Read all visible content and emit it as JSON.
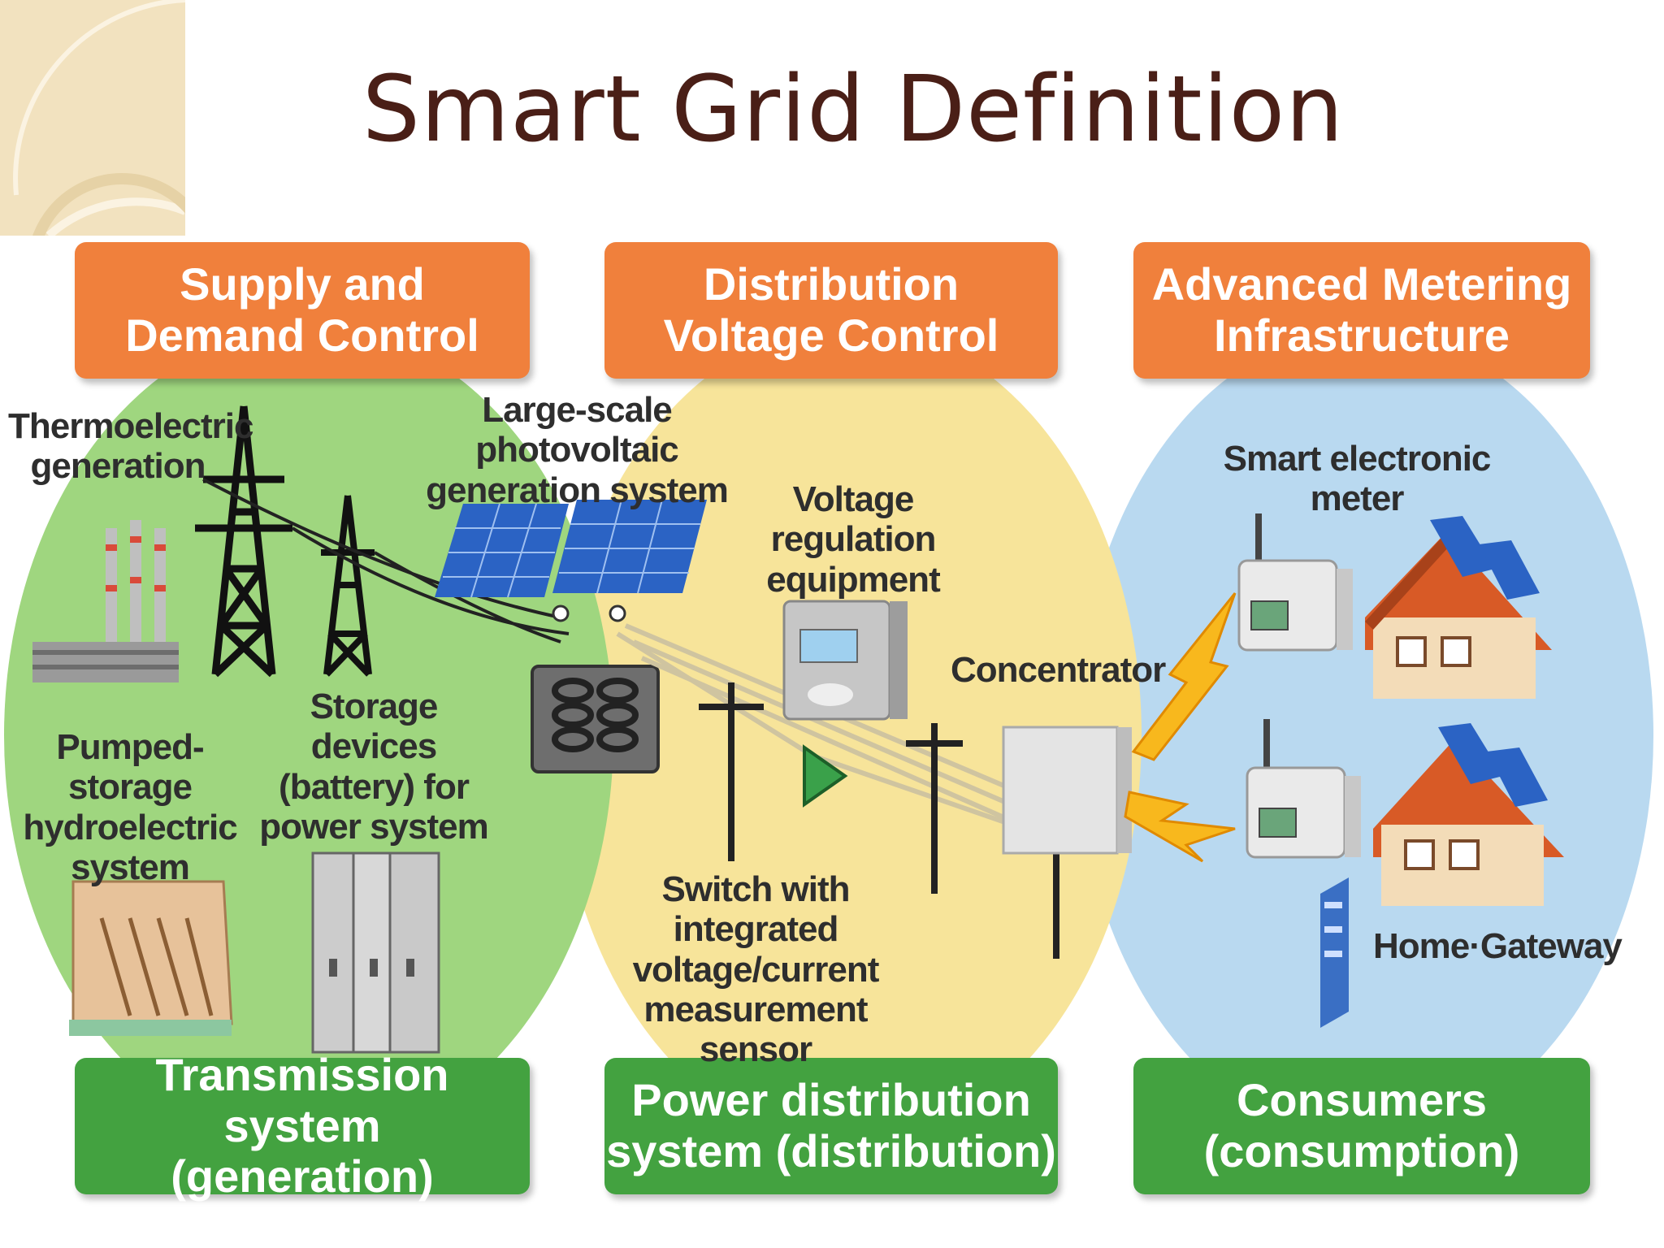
{
  "slide": {
    "title": "Smart Grid Definition"
  },
  "header_boxes": [
    {
      "line1": "Supply and",
      "line2": "Demand Control"
    },
    {
      "line1": "Distribution",
      "line2": "Voltage Control"
    },
    {
      "line1": "Advanced Metering",
      "line2": "Infrastructure"
    }
  ],
  "footer_boxes": [
    {
      "line1": "Transmission system",
      "line2": "(generation)"
    },
    {
      "line1": "Power distribution",
      "line2": "system (distribution)"
    },
    {
      "line1": "Consumers",
      "line2": "(consumption)"
    }
  ],
  "labels": {
    "thermo_1": "Thermoelectric",
    "thermo_2": "generation",
    "pv_1": "Large-scale photovoltaic",
    "pv_2": "generation system",
    "vreg_1": "Voltage regulation",
    "vreg_2": "equipment",
    "storage_1": "Storage devices",
    "storage_2": "(battery) for",
    "storage_3": "power system",
    "pumped_1": "Pumped-storage",
    "pumped_2": "hydroelectric",
    "pumped_3": "system",
    "concentrator": "Concentrator",
    "switch_1": "Switch with integrated",
    "switch_2": "voltage/current",
    "switch_3": "measurement sensor",
    "meter": "Smart electronic meter",
    "gateway": "Home·Gateway"
  },
  "colors": {
    "title": "#4a1f17",
    "orange_box": "#f0803c",
    "green_box": "#43a240",
    "zone_green": "#9fd67f",
    "zone_yellow": "#f7e49a",
    "zone_blue": "#b9d9f0"
  }
}
